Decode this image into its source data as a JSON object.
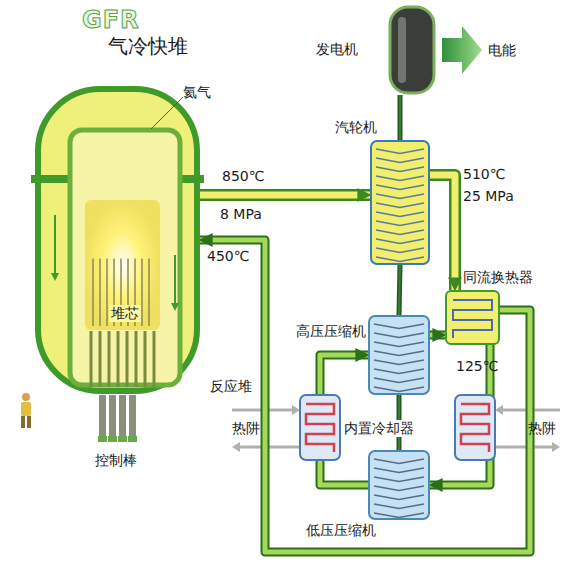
{
  "diagram": {
    "title": "气冷快堆",
    "nodes": [
      {
        "text": [
          "反应堆"
        ]
      },
      {
        "text": [
          "堆芯"
        ],
        "in": 0
      },
      {
        "text": [
          "发电机"
        ]
      },
      {
        "text": [
          "汽轮机"
        ]
      },
      {
        "text": [
          "同流换热器"
        ]
      },
      {
        "text": [
          "高压压缩机"
        ]
      },
      {
        "text": [
          "低压压缩机"
        ]
      }
    ],
    "edges": [
      {
        "from": 0,
        "to": 3,
        "arrow": "to"
      },
      {
        "from": 3,
        "to": 4,
        "arrow": "to"
      },
      {
        "from": 4,
        "to": 6,
        "arrow": "to"
      },
      {
        "from": 6,
        "to": 5,
        "arrow": "to"
      },
      {
        "from": 5,
        "to": 4,
        "arrow": "to"
      },
      {
        "from": 4,
        "to": 0,
        "arrow": "to"
      },
      {
        "from": 2,
        "to": 3,
        "arrow": "none"
      },
      {
        "from": 3,
        "to": 5,
        "arrow": "none"
      },
      {
        "from": 5,
        "to": 6,
        "arrow": "none"
      }
    ],
    "labels": [
      "GFR",
      "氦气",
      "控制棒",
      "850℃",
      "8 MPa",
      "450℃",
      "电能",
      "510℃",
      "25 MPa",
      "125℃",
      "热阱",
      "内置冷却器",
      "热阱"
    ]
  }
}
